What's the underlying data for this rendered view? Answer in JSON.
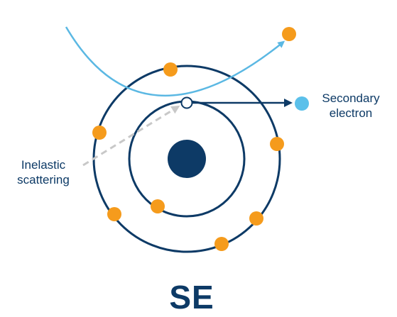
{
  "labels": {
    "secondary_line1": "Secondary",
    "secondary_line2": "electron",
    "inelastic_line1": "Inelastic",
    "inelastic_line2": "scattering",
    "title": "SE"
  },
  "colors": {
    "shell": "#0d3a66",
    "nucleus": "#0d3a66",
    "electron": "#f59b1c",
    "incident_path": "#5bb8e3",
    "secondary_electron": "#5bc0ea",
    "scatter_arrow": "#c8c8c8",
    "text": "#0d3a66"
  },
  "icons": {
    "nucleus": "nucleus-dot",
    "electrons": "orbital-electron-dot",
    "incident": "curved-arrow",
    "emission": "straight-arrow"
  }
}
